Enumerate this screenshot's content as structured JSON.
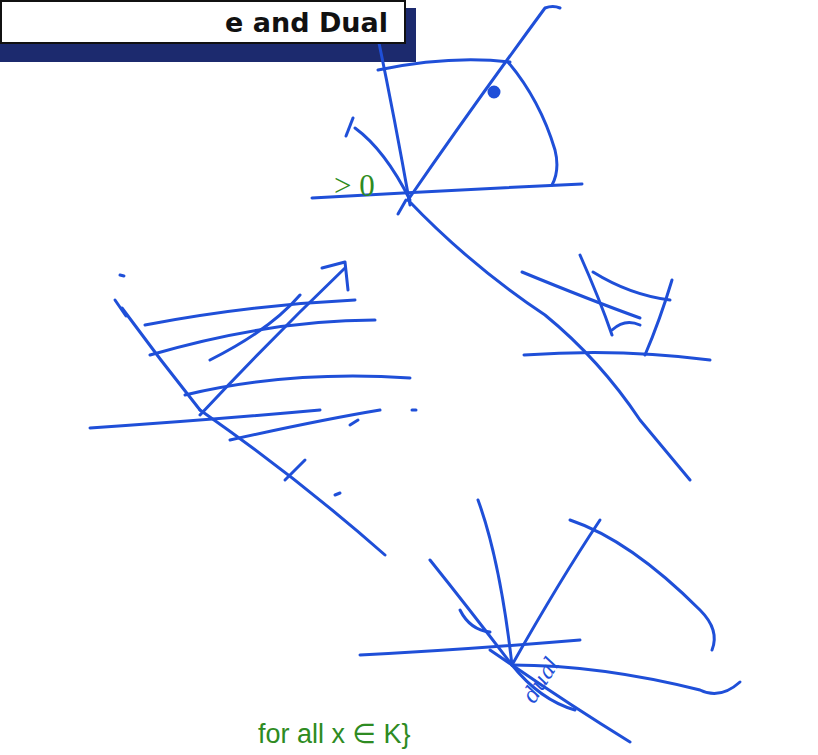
{
  "diagram": {
    "title": "e and Dual",
    "labels": [
      "> 0",
      "for all x ∈ K}",
      "dual"
    ]
  }
}
